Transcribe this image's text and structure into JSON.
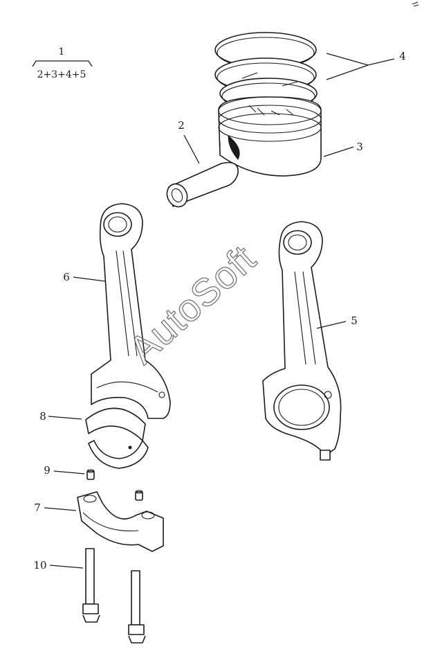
{
  "diagram": {
    "assembly_label": {
      "number": "1",
      "components": "2+3+4+5"
    },
    "callouts": [
      {
        "id": "callout-2",
        "text": "2"
      },
      {
        "id": "callout-3",
        "text": "3"
      },
      {
        "id": "callout-4",
        "text": "4"
      },
      {
        "id": "callout-5",
        "text": "5"
      },
      {
        "id": "callout-6",
        "text": "6"
      },
      {
        "id": "callout-7",
        "text": "7"
      },
      {
        "id": "callout-8",
        "text": "8"
      },
      {
        "id": "callout-9",
        "text": "9"
      },
      {
        "id": "callout-10",
        "text": "10"
      }
    ],
    "watermark": "AutoSoft"
  }
}
